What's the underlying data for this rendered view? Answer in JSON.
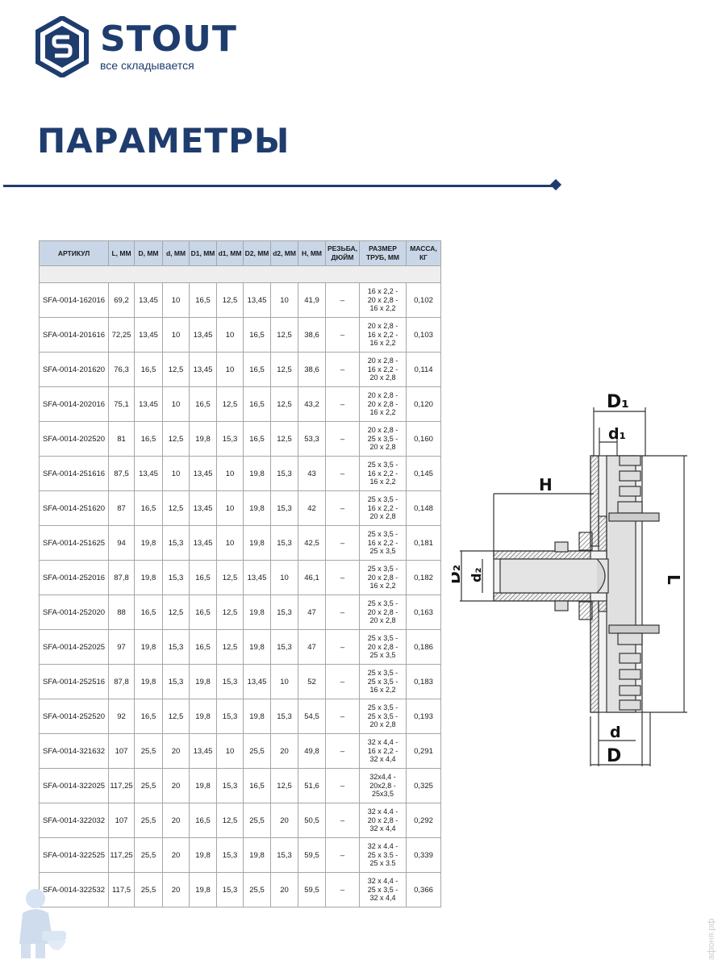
{
  "header": {
    "brand": "STOUT",
    "tagline": "все складывается"
  },
  "title": "ПАРАМЕТРЫ",
  "table": {
    "headers": [
      "АРТИКУЛ",
      "L, ММ",
      "D, ММ",
      "d, ММ",
      "D1, ММ",
      "d1, ММ",
      "D2, ММ",
      "d2, ММ",
      "H, ММ",
      "РЕЗЬБА, ДЮЙМ",
      "РАЗМЕР ТРУБ, ММ",
      "МАССА, КГ"
    ],
    "rows": [
      [
        "SFA-0014-162016",
        "69,2",
        "13,45",
        "10",
        "16,5",
        "12,5",
        "13,45",
        "10",
        "41,9",
        "–",
        "16 x 2,2 -|20 x 2,8 -|16 x 2,2",
        "0,102"
      ],
      [
        "SFA-0014-201616",
        "72,25",
        "13,45",
        "10",
        "13,45",
        "10",
        "16,5",
        "12,5",
        "38,6",
        "–",
        "20 x 2,8 -|16 x 2,2 -|16 x 2,2",
        "0,103"
      ],
      [
        "SFA-0014-201620",
        "76,3",
        "16,5",
        "12,5",
        "13,45",
        "10",
        "16,5",
        "12,5",
        "38,6",
        "–",
        "20 x 2,8 -|16 x 2,2 -|20 x 2,8",
        "0,114"
      ],
      [
        "SFA-0014-202016",
        "75,1",
        "13,45",
        "10",
        "16,5",
        "12,5",
        "16,5",
        "12,5",
        "43,2",
        "–",
        "20 x 2,8 -|20 x 2,8 -|16 x 2,2",
        "0,120"
      ],
      [
        "SFA-0014-202520",
        "81",
        "16,5",
        "12,5",
        "19,8",
        "15,3",
        "16,5",
        "12,5",
        "53,3",
        "–",
        "20 x 2,8 -|25 x 3,5 -|20 x 2,8",
        "0,160"
      ],
      [
        "SFA-0014-251616",
        "87,5",
        "13,45",
        "10",
        "13,45",
        "10",
        "19,8",
        "15,3",
        "43",
        "–",
        "25 x 3,5 -|16 x 2,2 -|16 x 2,2",
        "0,145"
      ],
      [
        "SFA-0014-251620",
        "87",
        "16,5",
        "12,5",
        "13,45",
        "10",
        "19,8",
        "15,3",
        "42",
        "–",
        "25 x 3,5 -|16 x 2,2 -|20 x 2,8",
        "0,148"
      ],
      [
        "SFA-0014-251625",
        "94",
        "19,8",
        "15,3",
        "13,45",
        "10",
        "19,8",
        "15,3",
        "42,5",
        "–",
        "25 x 3,5 -|16 x 2,2 -|25 x 3,5",
        "0,181"
      ],
      [
        "SFA-0014-252016",
        "87,8",
        "19,8",
        "15,3",
        "16,5",
        "12,5",
        "13,45",
        "10",
        "46,1",
        "–",
        "25 x 3,5 -|20 x 2,8 -|16 x 2,2",
        "0,182"
      ],
      [
        "SFA-0014-252020",
        "88",
        "16,5",
        "12,5",
        "16,5",
        "12,5",
        "19,8",
        "15,3",
        "47",
        "–",
        "25 x 3,5 -|20 x 2,8 -|20 x 2,8",
        "0,163"
      ],
      [
        "SFA-0014-252025",
        "97",
        "19,8",
        "15,3",
        "16,5",
        "12,5",
        "19,8",
        "15,3",
        "47",
        "–",
        "25 x 3,5 -|20 x 2,8 -|25 x 3,5",
        "0,186"
      ],
      [
        "SFA-0014-252516",
        "87,8",
        "19,8",
        "15,3",
        "19,8",
        "15,3",
        "13,45",
        "10",
        "52",
        "–",
        "25 x 3,5 -|25 x 3,5 -|16 x 2,2",
        "0,183"
      ],
      [
        "SFA-0014-252520",
        "92",
        "16,5",
        "12,5",
        "19,8",
        "15,3",
        "19,8",
        "15,3",
        "54,5",
        "–",
        "25 x 3,5 -|25 x 3,5 -|20 x 2,8",
        "0,193"
      ],
      [
        "SFA-0014-321632",
        "107",
        "25,5",
        "20",
        "13,45",
        "10",
        "25,5",
        "20",
        "49,8",
        "–",
        "32 x 4,4 -|16 x 2,2 -|32 x 4,4",
        "0,291"
      ],
      [
        "SFA-0014-322025",
        "117,25",
        "25,5",
        "20",
        "19,8",
        "15,3",
        "16,5",
        "12,5",
        "51,6",
        "–",
        "32x4,4 -|20x2,8 -|25x3,5",
        "0,325"
      ],
      [
        "SFA-0014-322032",
        "107",
        "25,5",
        "20",
        "16,5",
        "12,5",
        "25,5",
        "20",
        "50,5",
        "–",
        "32 x 4.4 -|20 x 2,8 -|32 x 4,4",
        "0,292"
      ],
      [
        "SFA-0014-322525",
        "117,25",
        "25,5",
        "20",
        "19,8",
        "15,3",
        "19,8",
        "15,3",
        "59,5",
        "–",
        "32 x 4.4 -|25 x 3.5 -|25 x 3.5",
        "0,339"
      ],
      [
        "SFA-0014-322532",
        "117,5",
        "25,5",
        "20",
        "19,8",
        "15,3",
        "25,5",
        "20",
        "59,5",
        "–",
        "32 x 4,4 -|25 x 3,5 -|32 x 4,4",
        "0,366"
      ]
    ]
  },
  "drawing": {
    "labels": {
      "D1": "D₁",
      "d1": "d₁",
      "H": "H",
      "D2": "D₂",
      "d2": "d₂",
      "L": "L",
      "d": "d",
      "D": "D"
    }
  },
  "watermark": "афоня.рф",
  "colors": {
    "brand": "#1f3c6e",
    "header_bg": "#c9d6e8",
    "grid": "#a6a6a6"
  },
  "icons": {
    "logo": "stout-hexagon-s-icon",
    "mascot": "plumber-mascot-icon"
  }
}
